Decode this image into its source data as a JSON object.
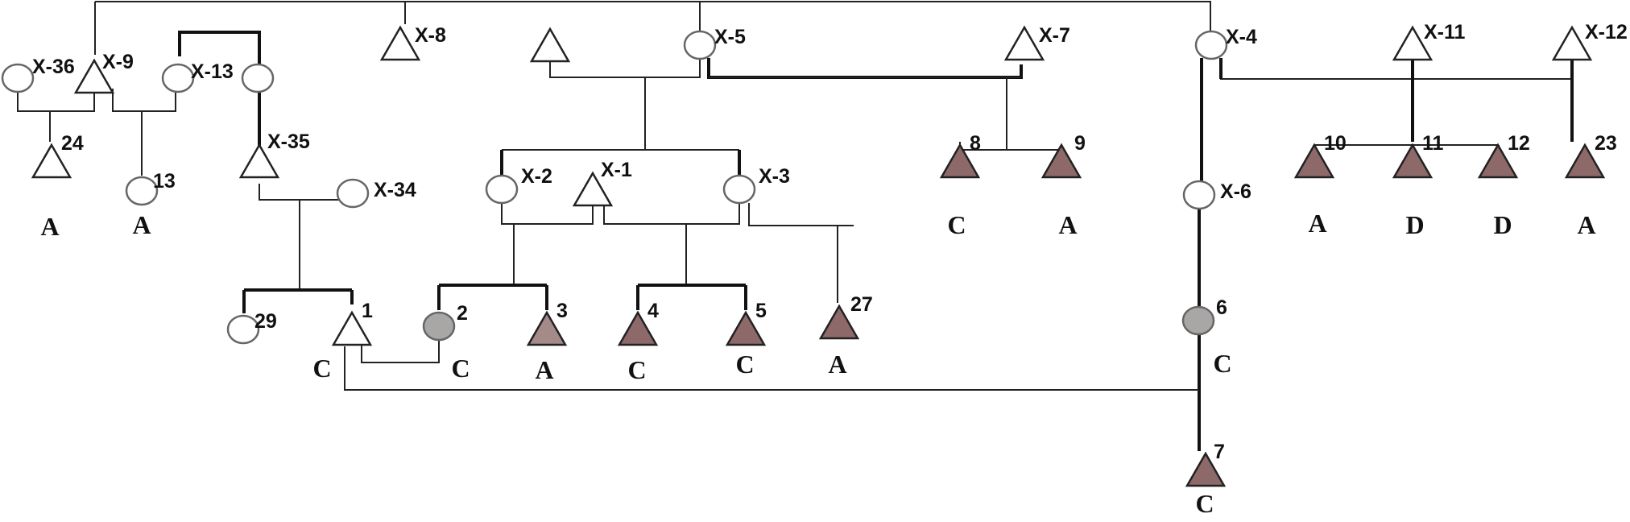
{
  "colors": {
    "unaffected": "#ffffff",
    "affected": "#8e6969",
    "affected_light": "#a58a8a",
    "carrier": "#a9a6a6"
  },
  "individuals": [
    {
      "id": "X-36",
      "label": "X-36",
      "shape": "circle",
      "status": "unaffected"
    },
    {
      "id": "X-9",
      "label": "X-9",
      "shape": "triangle",
      "status": "unaffected"
    },
    {
      "id": "X-13",
      "label": "X-13",
      "shape": "circle",
      "status": "unaffected"
    },
    {
      "id": "X-13b",
      "label": "",
      "shape": "circle",
      "status": "unaffected"
    },
    {
      "id": "X-8",
      "label": "X-8",
      "shape": "triangle",
      "status": "unaffected"
    },
    {
      "id": "X-5p",
      "label": "",
      "shape": "triangle",
      "status": "unaffected"
    },
    {
      "id": "X-5",
      "label": "X-5",
      "shape": "circle",
      "status": "unaffected"
    },
    {
      "id": "X-7",
      "label": "X-7",
      "shape": "triangle",
      "status": "unaffected"
    },
    {
      "id": "X-4",
      "label": "X-4",
      "shape": "circle",
      "status": "unaffected"
    },
    {
      "id": "X-11",
      "label": "X-11",
      "shape": "triangle",
      "status": "unaffected"
    },
    {
      "id": "X-12",
      "label": "X-12",
      "shape": "triangle",
      "status": "unaffected"
    },
    {
      "id": "24",
      "label": "24",
      "shape": "triangle",
      "status": "unaffected",
      "group": "A"
    },
    {
      "id": "13",
      "label": "13",
      "shape": "circle",
      "status": "unaffected",
      "group": "A"
    },
    {
      "id": "X-35",
      "label": "X-35",
      "shape": "triangle",
      "status": "unaffected"
    },
    {
      "id": "X-34",
      "label": "X-34",
      "shape": "circle",
      "status": "unaffected"
    },
    {
      "id": "X-2",
      "label": "X-2",
      "shape": "circle",
      "status": "unaffected"
    },
    {
      "id": "X-1",
      "label": "X-1",
      "shape": "triangle",
      "status": "unaffected"
    },
    {
      "id": "X-3",
      "label": "X-3",
      "shape": "circle",
      "status": "unaffected"
    },
    {
      "id": "8",
      "label": "8",
      "shape": "triangle",
      "status": "affected",
      "group": "C"
    },
    {
      "id": "9",
      "label": "9",
      "shape": "triangle",
      "status": "affected",
      "group": "A"
    },
    {
      "id": "X-6",
      "label": "X-6",
      "shape": "circle",
      "status": "unaffected"
    },
    {
      "id": "10",
      "label": "10",
      "shape": "triangle",
      "status": "affected",
      "group": "A"
    },
    {
      "id": "11",
      "label": "11",
      "shape": "triangle",
      "status": "affected",
      "group": "D"
    },
    {
      "id": "12",
      "label": "12",
      "shape": "triangle",
      "status": "affected",
      "group": "D"
    },
    {
      "id": "23",
      "label": "23",
      "shape": "triangle",
      "status": "affected",
      "group": "A"
    },
    {
      "id": "29",
      "label": "29",
      "shape": "circle",
      "status": "unaffected"
    },
    {
      "id": "1",
      "label": "1",
      "shape": "triangle",
      "status": "unaffected",
      "group": "C"
    },
    {
      "id": "2",
      "label": "2",
      "shape": "circle",
      "status": "carrier",
      "group": "C"
    },
    {
      "id": "3",
      "label": "3",
      "shape": "triangle",
      "status": "affected_light",
      "group": "A"
    },
    {
      "id": "4",
      "label": "4",
      "shape": "triangle",
      "status": "affected",
      "group": "C"
    },
    {
      "id": "5",
      "label": "5",
      "shape": "triangle",
      "status": "affected",
      "group": "C"
    },
    {
      "id": "27",
      "label": "27",
      "shape": "triangle",
      "status": "affected",
      "group": "A"
    },
    {
      "id": "6",
      "label": "6",
      "shape": "circle",
      "status": "carrier",
      "group": "C"
    },
    {
      "id": "7",
      "label": "7",
      "shape": "triangle",
      "status": "affected",
      "group": "C"
    }
  ]
}
